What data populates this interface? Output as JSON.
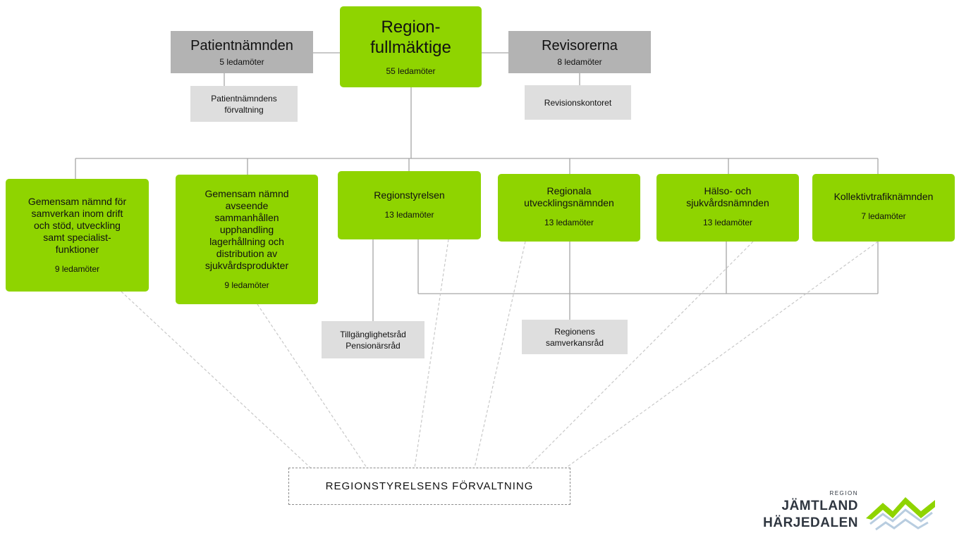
{
  "council": {
    "title": "Region-\nfullmäktige",
    "members": "55 ledamöter"
  },
  "patient_board": {
    "title": "Patientnämnden",
    "members": "5 ledamöter",
    "office": "Patientnämndens\nförvaltning"
  },
  "auditors": {
    "title": "Revisorerna",
    "members": "8 ledamöter",
    "office": "Revisionskontoret"
  },
  "committees": [
    {
      "title": "Gemensam nämnd för\nsamverkan inom drift\noch stöd, utveckling\nsamt specialist-\nfunktioner",
      "members": "9 ledamöter"
    },
    {
      "title": "Gemensam nämnd\navseende\nsammanhållen\nupphandling\nlagerhållning och\ndistribution av\nsjukvårdsprodukter",
      "members": "9 ledamöter"
    },
    {
      "title": "Regionstyrelsen",
      "members": "13 ledamöter"
    },
    {
      "title": "Regionala\nutvecklingsnämnden",
      "members": "13 ledamöter"
    },
    {
      "title": "Hälso- och\nsjukvårdsnämnden",
      "members": "13 ledamöter"
    },
    {
      "title": "Kollektivtrafiknämnden",
      "members": "7 ledamöter"
    }
  ],
  "councils_under_board": "Tillgänglighetsråd\nPensionärsråd",
  "collab_council": "Regionens\nsamverkansråd",
  "administration": "REGIONSTYRELSENS FÖRVALTNING",
  "logo": {
    "region": "REGION",
    "line1": "JÄMTLAND",
    "line2": "HÄRJEDALEN"
  },
  "colors": {
    "committee": "#8fd400",
    "board": "#b3b3b3",
    "office": "#dedede",
    "connector": "#a6a6a6"
  }
}
